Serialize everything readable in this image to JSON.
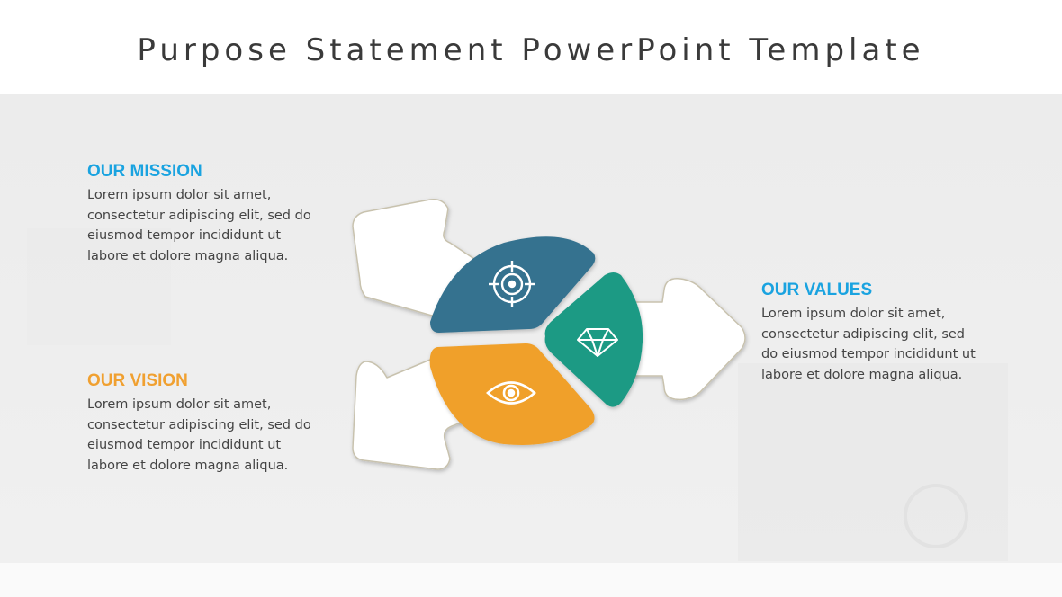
{
  "slide": {
    "title": "Purpose Statement PowerPoint Template"
  },
  "sections": {
    "mission": {
      "heading": "OUR MISSION",
      "lines": [
        "Lorem ipsum dolor sit amet,",
        "consectetur adipiscing elit, sed do",
        "eiusmod tempor incididunt ut",
        "labore et dolore magna aliqua."
      ],
      "color": "#1aa3e0",
      "icon": "target-icon",
      "segment_color": "#34728f"
    },
    "vision": {
      "heading": "OUR VISION",
      "lines": [
        "Lorem ipsum dolor sit amet,",
        "consectetur adipiscing elit, sed do",
        "eiusmod tempor incididunt ut",
        "labore et dolore magna aliqua."
      ],
      "color": "#f0a030",
      "icon": "eye-icon",
      "segment_color": "#f0a029"
    },
    "values": {
      "heading": "OUR VALUES",
      "lines": [
        "Lorem ipsum dolor sit amet,",
        "consectetur adipiscing elit, sed",
        "do eiusmod tempor incididunt ut",
        "labore et dolore magna aliqua."
      ],
      "color": "#1aa3e0",
      "icon": "diamond-icon",
      "segment_color": "#1a9a84"
    }
  }
}
